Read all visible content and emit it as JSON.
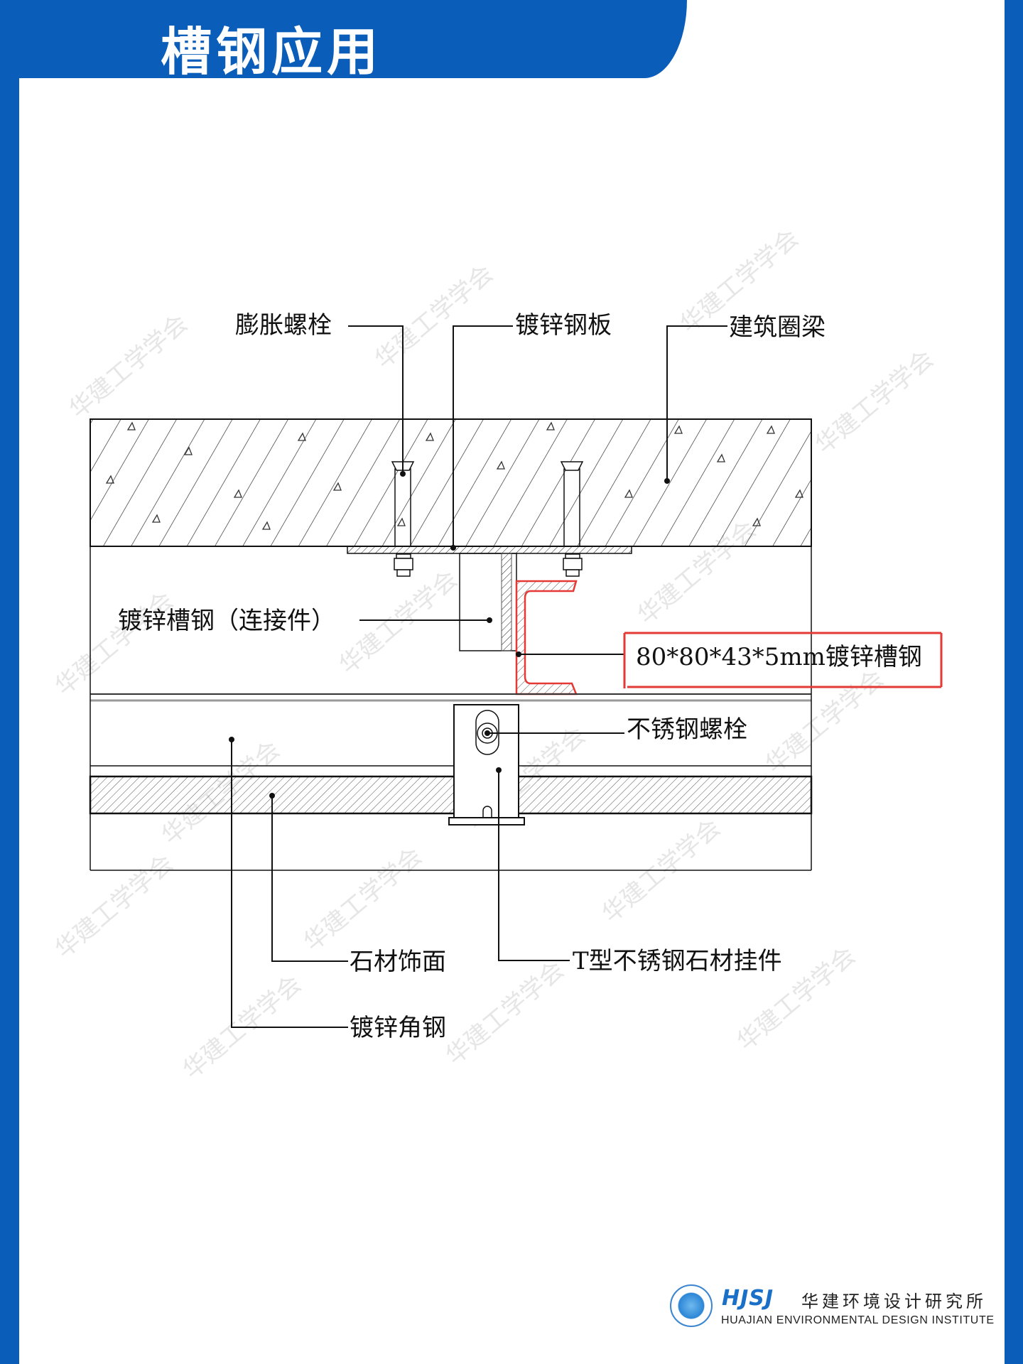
{
  "header": {
    "title": "槽钢应用"
  },
  "labels": {
    "expansion_bolt": "膨胀螺栓",
    "galvanized_plate": "镀锌钢板",
    "ring_beam": "建筑圈梁",
    "channel_connector": "镀锌槽钢（连接件）",
    "channel_spec": "80*80*43*5mm镀锌槽钢",
    "stainless_bolt": "不锈钢螺栓",
    "stone_facing": "石材饰面",
    "t_hanger": "T型不锈钢石材挂件",
    "angle_steel": "镀锌角钢"
  },
  "watermark": "华建工学学会",
  "logo": {
    "brand": "HJSJ",
    "name_cn": "华建环境设计研究所",
    "name_en": "HUAJIAN ENVIRONMENTAL DESIGN INSTITUTE"
  },
  "colors": {
    "brand_blue": "#0a5db8",
    "highlight_red": "#e53935"
  }
}
